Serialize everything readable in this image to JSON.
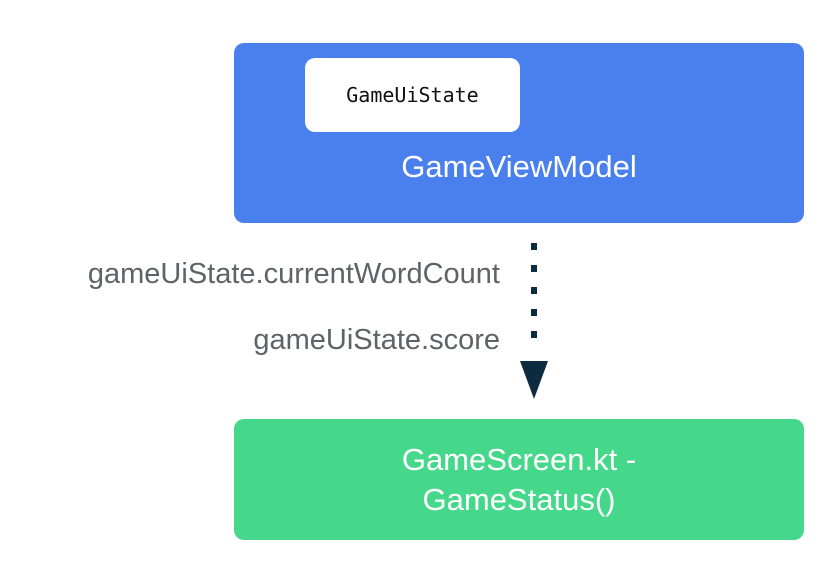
{
  "viewmodel": {
    "label": "GameViewModel",
    "state_label": "GameUiState",
    "color": "#4a80ed"
  },
  "flow": {
    "labels": [
      "gameUiState.currentWordCount",
      "gameUiState.score"
    ],
    "arrow_color": "#0d2b3e",
    "style": "dotted"
  },
  "screen": {
    "line1": "GameScreen.kt -",
    "line2": "GameStatus()",
    "color": "#45d88b"
  }
}
